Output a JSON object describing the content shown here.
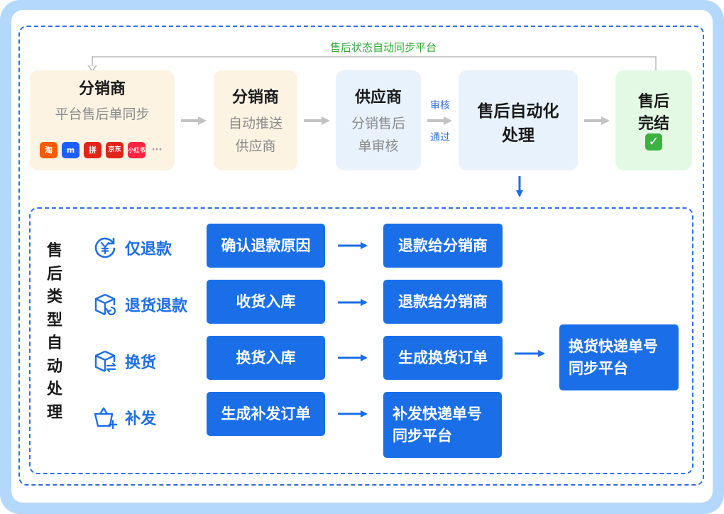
{
  "top_loop": {
    "label": "售后状态自动同步平台"
  },
  "flow": {
    "distributor_sync": {
      "title": "分销商",
      "subtitle": "平台售后单同步"
    },
    "platforms": [
      {
        "name": "淘",
        "icon": "taobao-icon",
        "color": "#ff5a00"
      },
      {
        "name": "m",
        "icon": "tmall-icon",
        "color": "#1d5fff"
      },
      {
        "name": "拼",
        "icon": "pinduoduo-icon",
        "color": "#e22318"
      },
      {
        "name": "京东",
        "icon": "jd-icon",
        "color": "#e1251b"
      },
      {
        "name": "小红书",
        "icon": "xiaohongshu-icon",
        "color": "#ff2442"
      },
      {
        "name": "···",
        "icon": "more-icon",
        "color": "#9a9a9a"
      }
    ],
    "distributor_push": {
      "title": "分销商",
      "line1": "自动推送",
      "line2": "供应商"
    },
    "supplier": {
      "title": "供应商",
      "line1": "分销售后",
      "line2": "单审核"
    },
    "audit": {
      "top": "审核",
      "bottom": "通过"
    },
    "auto_process": {
      "line1": "售后自动化",
      "line2": "处理"
    },
    "complete": {
      "line1": "售后",
      "line2": "完结",
      "check": "✓"
    }
  },
  "types_section": {
    "title": "售后类型自动处理",
    "rows": [
      {
        "label": "仅退款",
        "icon": "refund-yen-icon",
        "step1": "确认退款原因",
        "step2": "退款给分销商"
      },
      {
        "label": "退货退款",
        "icon": "return-box-icon",
        "step1": "收货入库",
        "step2": "退款给分销商"
      },
      {
        "label": "换货",
        "icon": "exchange-box-icon",
        "step1": "换货入库",
        "step2": "生成换货订单",
        "step3_line1": "换货快递单号",
        "step3_line2": "同步平台"
      },
      {
        "label": "补发",
        "icon": "reship-basket-icon",
        "step1": "生成补发订单",
        "step2_line1": "补发快递单号",
        "step2_line2": "同步平台"
      }
    ]
  },
  "colors": {
    "accent": "#1a6fe8",
    "green": "#2eaa35",
    "gray_arrow": "#c2c2c2"
  }
}
